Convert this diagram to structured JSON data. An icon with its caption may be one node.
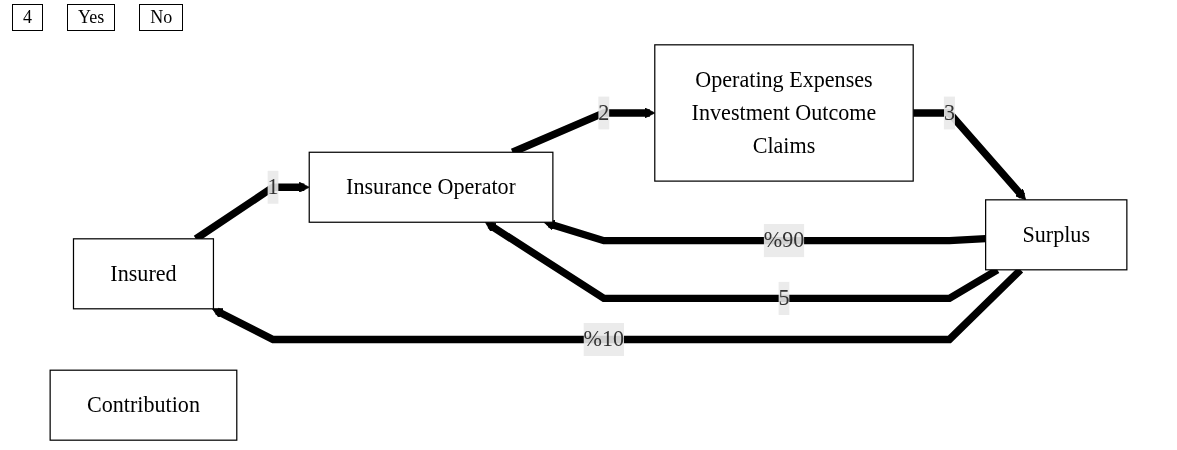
{
  "diagram": {
    "nodes": [
      {
        "text": [
          "Insured"
        ]
      },
      {
        "text": [
          "Contribution"
        ]
      },
      {
        "text": [
          "Insurance Operator"
        ]
      },
      {
        "text": [
          "Operating Expenses",
          "Investment Outcome",
          "Claims"
        ]
      },
      {
        "text": [
          "Surplus"
        ]
      }
    ],
    "edges": [
      {
        "from": 0,
        "to": 2,
        "arrow": "to",
        "label": "1"
      },
      {
        "from": 2,
        "to": 3,
        "arrow": "to",
        "label": "2"
      },
      {
        "from": 3,
        "to": 4,
        "arrow": "to",
        "label": "3"
      },
      {
        "from": 4,
        "to": 0,
        "arrow": "to",
        "label": "%10"
      },
      {
        "from": 4,
        "to": 2,
        "arrow": "to",
        "label": "%90"
      },
      {
        "from": 4,
        "to": 2,
        "arrow": "to",
        "label": "5"
      }
    ],
    "labels": [
      "4",
      "Yes",
      "No"
    ]
  }
}
